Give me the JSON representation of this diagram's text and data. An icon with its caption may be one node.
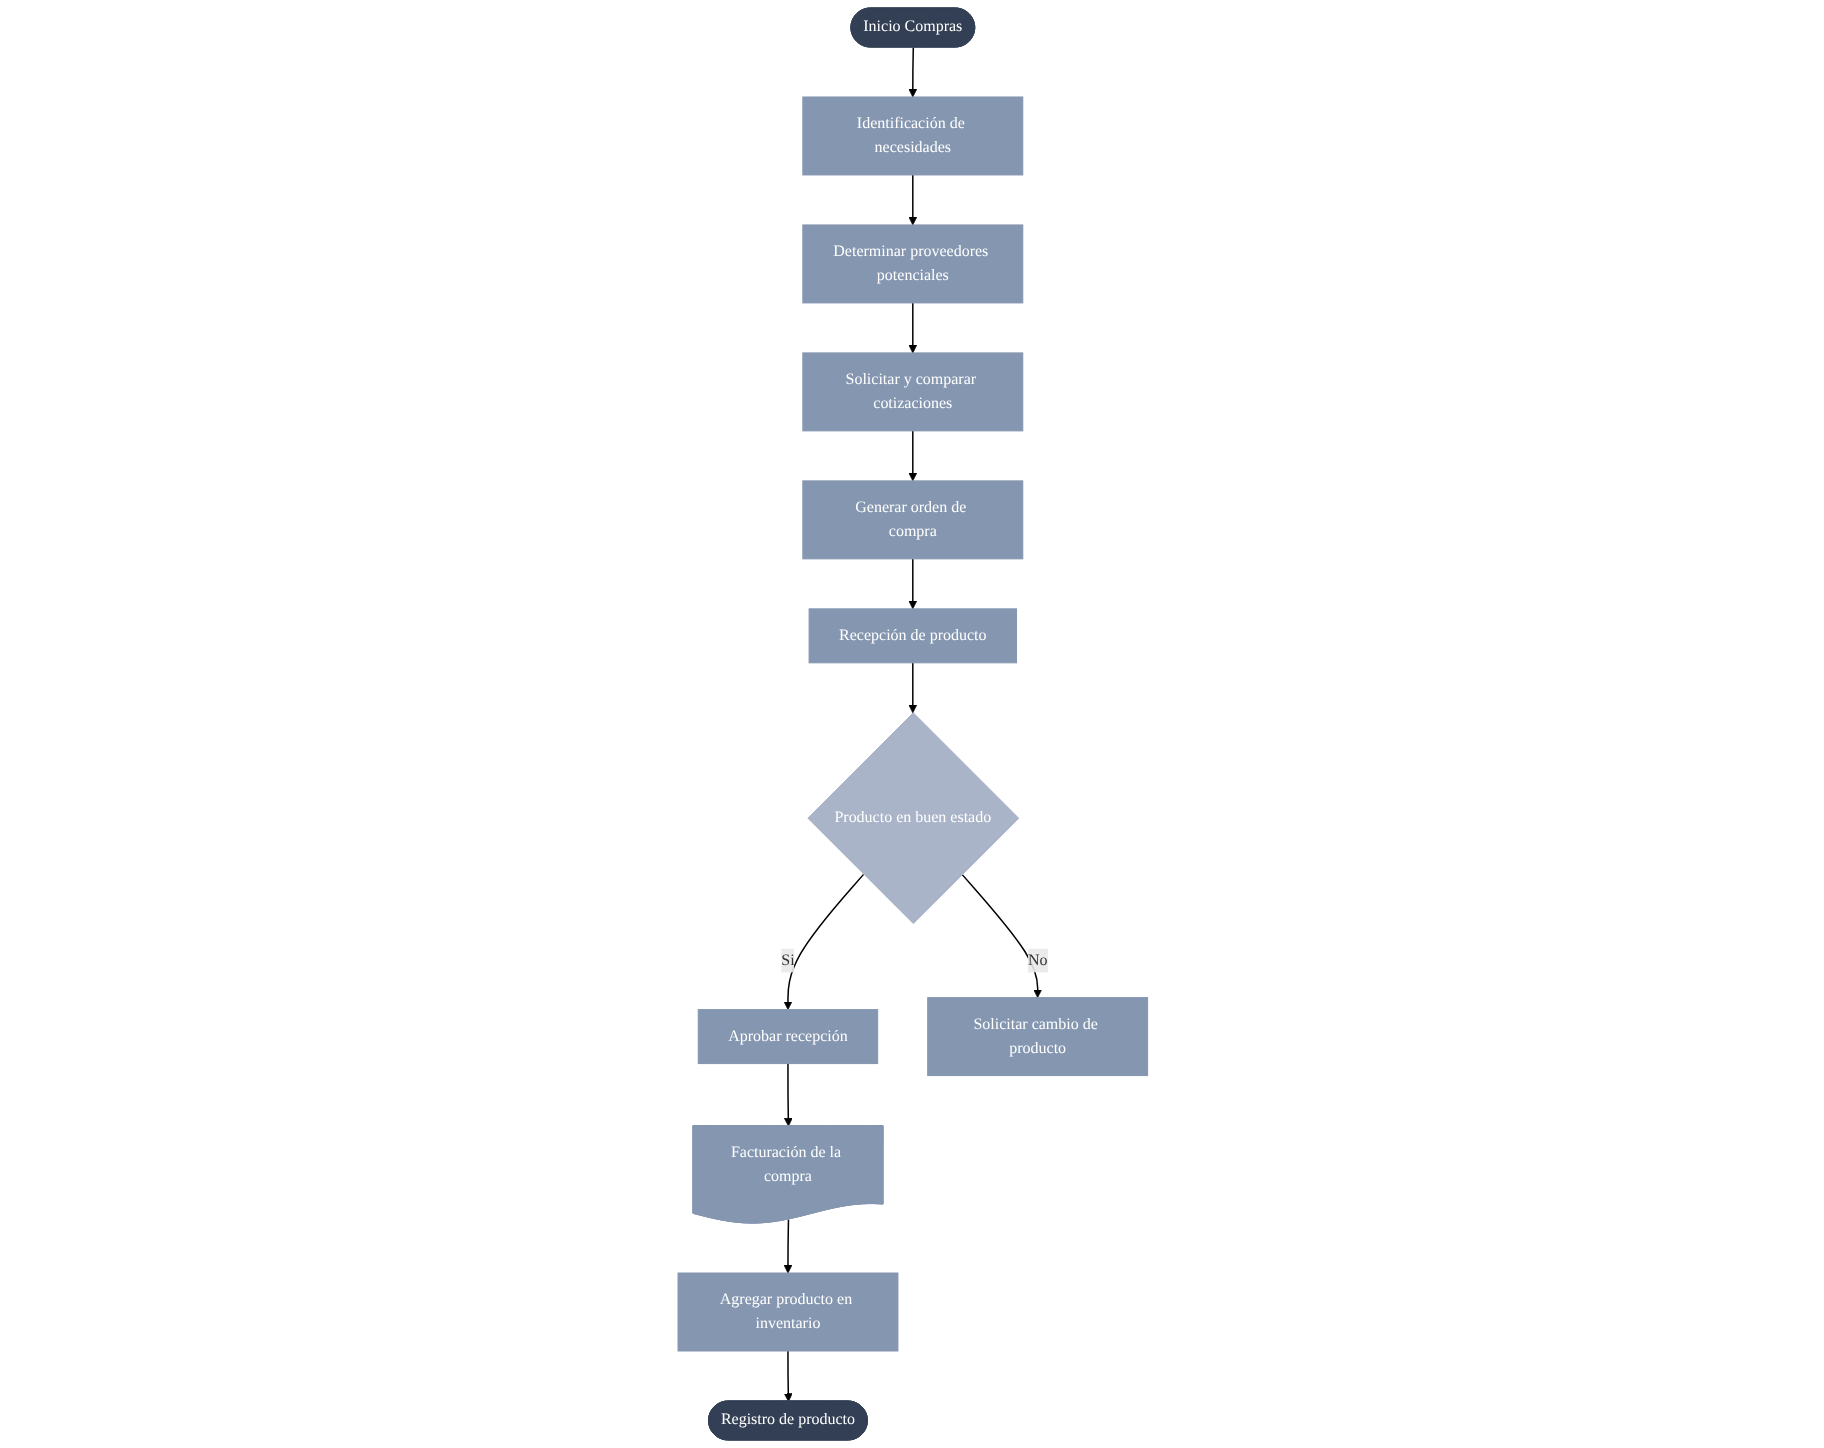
{
  "diagram": {
    "nodes": [
      {
        "text": [
          "Inicio Compras"
        ]
      },
      {
        "text": [
          "Identificación de necesidades"
        ]
      },
      {
        "text": [
          "Determinar proveedores potenciales"
        ]
      },
      {
        "text": [
          "Solicitar y comparar cotizaciones"
        ]
      },
      {
        "text": [
          "Generar orden de compra"
        ]
      },
      {
        "text": [
          "Recepción de producto"
        ]
      },
      {
        "text": [
          "Producto en buen estado"
        ]
      },
      {
        "text": [
          "Aprobar recepción"
        ]
      },
      {
        "text": [
          "Facturación de la compra"
        ]
      },
      {
        "text": [
          "Agregar producto en inventario"
        ]
      },
      {
        "text": [
          "Registro de producto"
        ]
      },
      {
        "text": [
          "Solicitar cambio de producto"
        ]
      }
    ],
    "edges": [
      {
        "from": 0,
        "to": 1,
        "arrow": "to"
      },
      {
        "from": 1,
        "to": 2,
        "arrow": "to"
      },
      {
        "from": 2,
        "to": 3,
        "arrow": "to"
      },
      {
        "from": 3,
        "to": 4,
        "arrow": "to"
      },
      {
        "from": 4,
        "to": 5,
        "arrow": "to"
      },
      {
        "from": 5,
        "to": 6,
        "arrow": "to"
      },
      {
        "from": 6,
        "to": 7,
        "arrow": "to",
        "label": "Si"
      },
      {
        "from": 7,
        "to": 8,
        "arrow": "to"
      },
      {
        "from": 8,
        "to": 9,
        "arrow": "to"
      },
      {
        "from": 9,
        "to": 10,
        "arrow": "to"
      },
      {
        "from": 6,
        "to": 11,
        "arrow": "to",
        "label": "No"
      }
    ]
  }
}
